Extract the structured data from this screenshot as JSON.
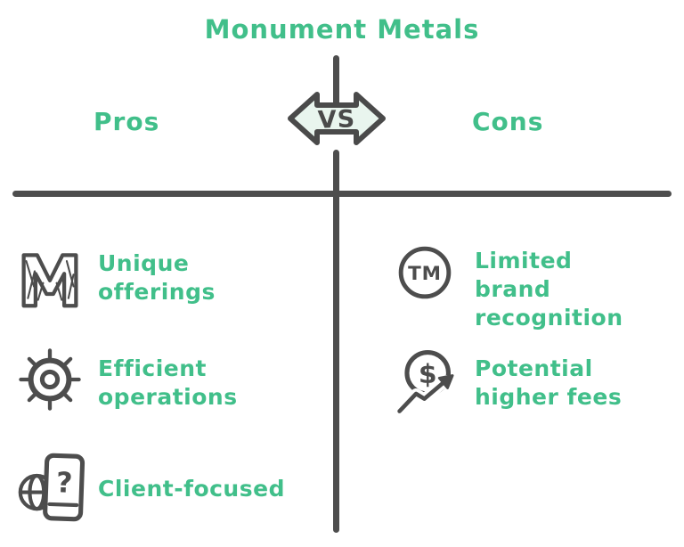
{
  "title": "Monument Metals",
  "badge": {
    "label": "VS"
  },
  "pros": {
    "header": "Pros",
    "items": [
      {
        "icon": "monument-m-logo-icon",
        "label": "Unique offerings"
      },
      {
        "icon": "gear-icon",
        "label": "Efficient operations"
      },
      {
        "icon": "phone-question-icon",
        "label": "Client-focused"
      }
    ]
  },
  "cons": {
    "header": "Cons",
    "items": [
      {
        "icon": "trademark-circle-icon",
        "label": "Limited brand recognition"
      },
      {
        "icon": "dollar-growth-icon",
        "label": "Potential higher fees"
      }
    ]
  },
  "icon_glyphs": {
    "question": "?",
    "trademark": "TM",
    "dollar": "$"
  },
  "colors": {
    "accent_green": "#41BF8A",
    "line_gray": "#4D4D4D",
    "badge_fill": "#E9F5EE",
    "background": "#FFFFFF"
  }
}
